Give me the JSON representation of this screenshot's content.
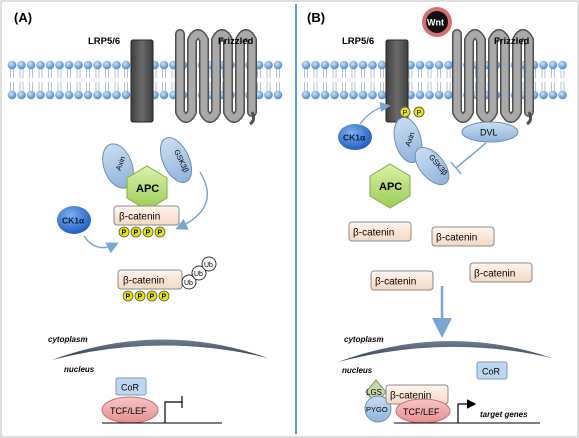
{
  "panel_a": {
    "label": "(A)",
    "lrp_label": "LRP5/6",
    "frizzled_label": "Frizzled",
    "axin": "Axin",
    "gsk": "GSK3β",
    "apc": "APC",
    "ck1": "CK1α",
    "bcat1": "β-catenin",
    "bcat2": "β-catenin",
    "p": "P",
    "ub": "Ub",
    "cytoplasm": "cytoplasm",
    "nucleus": "nucleus",
    "cor": "CoR",
    "tcf": "TCF/LEF"
  },
  "panel_b": {
    "label": "(B)",
    "wnt": "Wnt",
    "lrp_label": "LRP5/6",
    "frizzled_label": "Frizzled",
    "p": "P",
    "ck1": "CK1α",
    "axin": "Axin",
    "gsk": "GSK3β",
    "dvl": "DVL",
    "apc": "APC",
    "bcat": [
      "β-catenin",
      "β-catenin",
      "β-catenin",
      "β-catenin",
      "β-catenin"
    ],
    "cytoplasm": "cytoplasm",
    "nucleus": "nucleus",
    "cor": "CoR",
    "lgs": "LGS",
    "pygo": "PYGO",
    "tcf": "TCF/LEF",
    "target": "target genes"
  },
  "colors": {
    "lipid_head": "#5b9bd5",
    "lrp": "#505050",
    "frizzled": "#8c8c8c",
    "apc": "#b7e07a",
    "axin": "#9dc3e6",
    "ck1": "#2e75d6",
    "bcat_fill": "#fbe5d6",
    "p_fill": "#e6e600",
    "tcf": "#f4a7a7",
    "divider": "#5b9bd5"
  }
}
